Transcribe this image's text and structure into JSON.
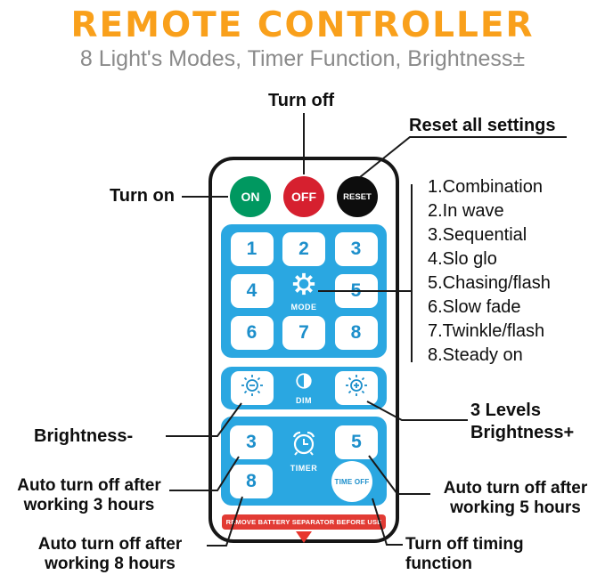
{
  "header": {
    "title": "REMOTE CONTROLLER",
    "subtitle": "8 Light's Modes, Timer Function, Brightness±"
  },
  "annotations": {
    "turn_off": "Turn off",
    "reset_all": "Reset all settings",
    "turn_on": "Turn on",
    "mode_list": [
      "1.Combination",
      "2.In wave",
      "3.Sequential",
      "4.Slo glo",
      "5.Chasing/flash",
      "6.Slow fade",
      "7.Twinkle/flash",
      "8.Steady on"
    ],
    "brightness_minus": "Brightness-",
    "levels_line1": "3 Levels",
    "levels_line2": "Brightness+",
    "auto_off_3_line1": "Auto turn off after",
    "auto_off_3_line2": "working 3 hours",
    "auto_off_5_line1": "Auto turn off after",
    "auto_off_5_line2": "working 5 hours",
    "auto_off_8_line1": "Auto turn off after",
    "auto_off_8_line2": "working 8 hours",
    "turn_off_timing_line1": "Turn off timing",
    "turn_off_timing_line2": "function"
  },
  "remote": {
    "power_buttons": [
      "ON",
      "OFF",
      "RESET"
    ],
    "keypad": [
      "1",
      "2",
      "3",
      "4",
      "5",
      "6",
      "7",
      "8"
    ],
    "mode_label": "MODE",
    "dim_label": "DIM",
    "timer_label": "TIMER",
    "timer_keys": [
      "3",
      "5",
      "8"
    ],
    "time_off_label": "TIME OFF",
    "warning_strip": "REMOVE BATTERY SEPARATOR BEFORE USE"
  },
  "colors": {
    "accent_orange": "#F9A01B",
    "subtitle_gray": "#8A8A8A",
    "panel_blue": "#2AA7E1",
    "key_text_blue": "#1D8FCB",
    "on_green": "#009860",
    "off_red": "#D6202F",
    "reset_black": "#0D0D0D",
    "warning_red": "#E23B34"
  }
}
